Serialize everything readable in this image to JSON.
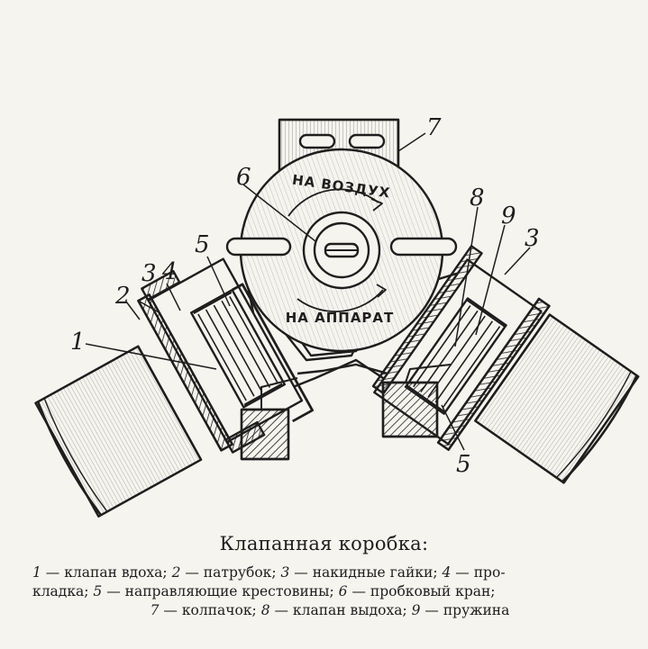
{
  "diagram": {
    "dial_text_top": "НА ВОЗДУХ",
    "dial_text_bottom": "НА АППАРАТ",
    "callouts": [
      "1",
      "2",
      "3",
      "4",
      "5",
      "6",
      "7",
      "8",
      "9",
      "3",
      "5"
    ]
  },
  "caption": {
    "title": "Клапанная коробка:",
    "legend": [
      {
        "num": "1",
        "text": " — клапан вдоха; "
      },
      {
        "num": "2",
        "text": " — патрубок; "
      },
      {
        "num": "3",
        "text": " — накидные гайки; "
      },
      {
        "num": "4",
        "text": " — про-"
      },
      {
        "num": "",
        "text": "кладка; "
      },
      {
        "num": "5",
        "text": " — направляющие крестовины; "
      },
      {
        "num": "6",
        "text": " — пробковый кран;"
      },
      {
        "num": "7",
        "text": " — колпачок; "
      },
      {
        "num": "8",
        "text": " — клапан выдоха; "
      },
      {
        "num": "9",
        "text": " — пружина"
      }
    ]
  }
}
